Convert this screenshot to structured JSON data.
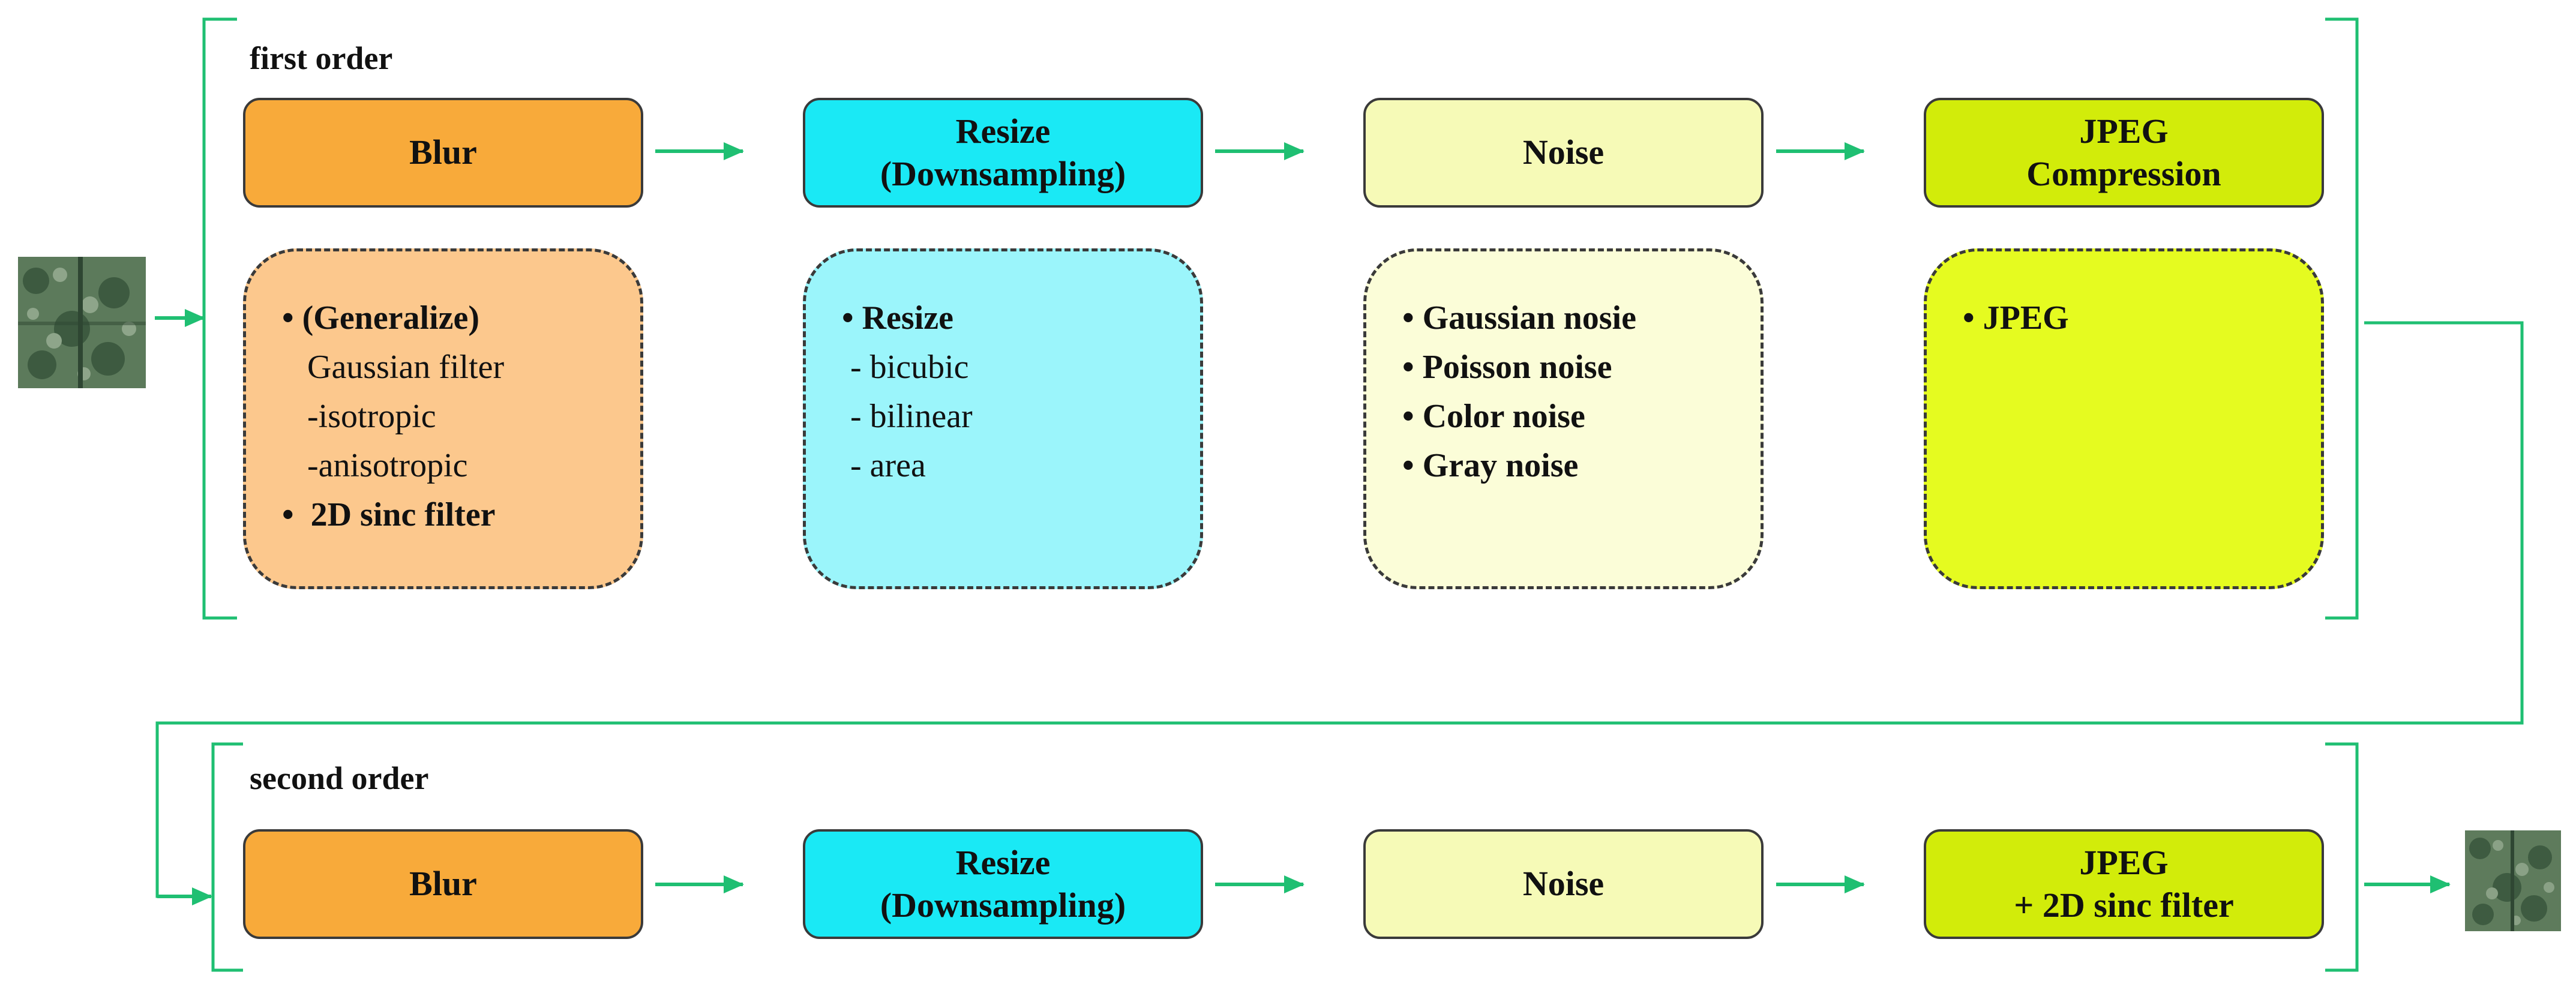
{
  "colors": {
    "connector": "#1fbf72",
    "blur": "#f8aa3a",
    "blur_detail": "#fcc88d",
    "resize": "#1ae9f5",
    "resize_detail": "#9bf5fb",
    "noise": "#f6fab7",
    "noise_detail": "#fbfdd8",
    "jpeg": "#d2ec0a",
    "jpeg_detail": "#e5fb20",
    "border": "#3a3a3a"
  },
  "first_order": {
    "label": "first order",
    "stages": [
      {
        "key": "blur",
        "line1": "Blur",
        "line2": ""
      },
      {
        "key": "resize",
        "line1": "Resize",
        "line2": "(Downsampling)"
      },
      {
        "key": "noise",
        "line1": "Noise",
        "line2": ""
      },
      {
        "key": "jpeg",
        "line1": "JPEG",
        "line2": "Compression"
      }
    ],
    "details": [
      {
        "key": "blur",
        "rows": [
          {
            "text": "• (Generalize)",
            "bold": true
          },
          {
            "text": "   Gaussian filter",
            "bold": false
          },
          {
            "text": "   -isotropic",
            "bold": false
          },
          {
            "text": "   -anisotropic",
            "bold": false
          },
          {
            "text": "•  2D sinc filter",
            "bold": true
          }
        ]
      },
      {
        "key": "resize",
        "rows": [
          {
            "text": "• Resize",
            "bold": true
          },
          {
            "text": " - bicubic",
            "bold": false
          },
          {
            "text": " - bilinear",
            "bold": false
          },
          {
            "text": " - area",
            "bold": false
          }
        ]
      },
      {
        "key": "noise",
        "rows": [
          {
            "text": "• Gaussian nosie",
            "bold": true
          },
          {
            "text": "• Poisson noise",
            "bold": true
          },
          {
            "text": "• Color noise",
            "bold": true
          },
          {
            "text": "• Gray noise",
            "bold": true
          }
        ]
      },
      {
        "key": "jpeg",
        "rows": [
          {
            "text": "• JPEG",
            "bold": true
          }
        ]
      }
    ]
  },
  "second_order": {
    "label": "second order",
    "stages": [
      {
        "key": "blur",
        "line1": "Blur",
        "line2": ""
      },
      {
        "key": "resize",
        "line1": "Resize",
        "line2": "(Downsampling)"
      },
      {
        "key": "noise",
        "line1": "Noise",
        "line2": ""
      },
      {
        "key": "jpeg",
        "line1": "JPEG",
        "line2": "+ 2D sinc filter"
      }
    ]
  },
  "images": {
    "input": "input-patch-image",
    "output": "output-patch-image"
  }
}
